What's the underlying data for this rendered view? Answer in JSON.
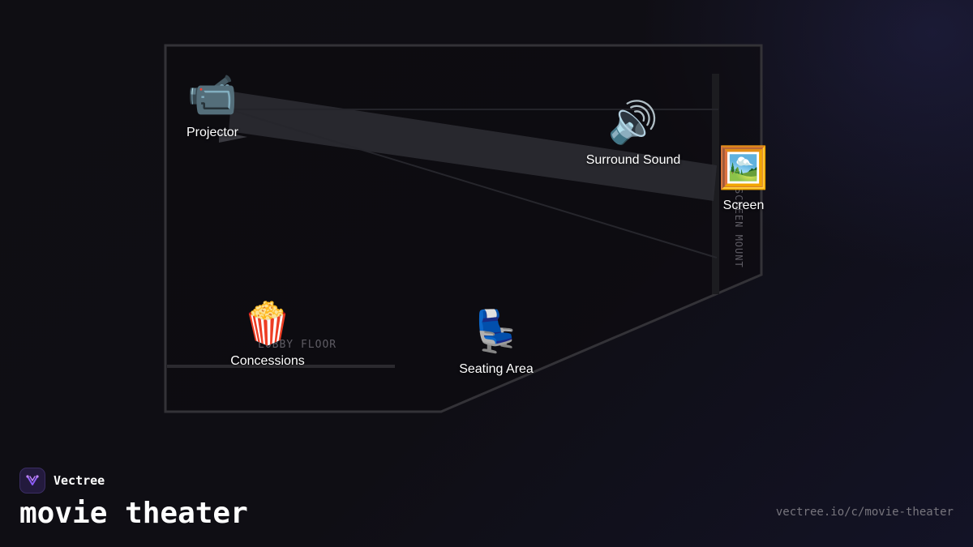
{
  "diagram": {
    "areas": {
      "lobby_floor": "LOBBY FLOOR",
      "screen_mount": "SCREEN MOUNT"
    },
    "nodes": [
      {
        "id": "projector",
        "label": "Projector",
        "icon": "video-camera-icon",
        "glyph": "📹"
      },
      {
        "id": "surround-sound",
        "label": "Surround Sound",
        "icon": "speaker-icon",
        "glyph": "🔊"
      },
      {
        "id": "screen",
        "label": "Screen",
        "icon": "framed-picture-icon",
        "glyph": "🖼️"
      },
      {
        "id": "concessions",
        "label": "Concessions",
        "icon": "popcorn-icon",
        "glyph": "🍿"
      },
      {
        "id": "seating-area",
        "label": "Seating Area",
        "icon": "seat-icon",
        "glyph": "💺"
      }
    ]
  },
  "footer": {
    "brand_name": "Vectree",
    "title": "movie theater",
    "url": "vectree.io/c/movie-theater"
  },
  "colors": {
    "background": "#0f0e13",
    "outline": "#333237",
    "beam": "#2a2a30",
    "brand_accent": "#8b5cf6"
  }
}
